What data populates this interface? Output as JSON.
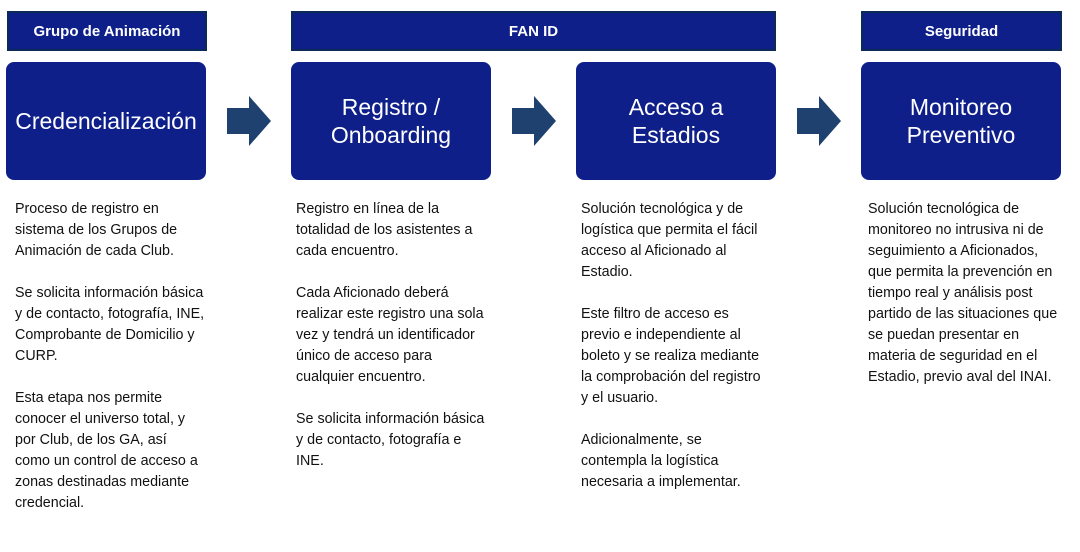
{
  "headers": {
    "group": "Grupo de Animación",
    "fanid": "FAN ID",
    "security": "Seguridad"
  },
  "stages": [
    {
      "title": "Credencialización",
      "paragraphs": [
        "Proceso de registro en sistema de los Grupos de Animación de cada Club.",
        "Se solicita información básica y de contacto, fotografía, INE, Comprobante de Domicilio y CURP.",
        "Esta etapa nos permite conocer el universo total, y por Club, de los GA, así como un control de acceso a zonas destinadas mediante credencial."
      ]
    },
    {
      "title": "Registro /\nOnboarding",
      "paragraphs": [
        "Registro en línea de la totalidad de los asistentes a cada encuentro.",
        "Cada Aficionado deberá realizar este registro una sola vez y tendrá un identificador único de acceso para cualquier encuentro.",
        "Se solicita información básica y de contacto, fotografía e INE."
      ]
    },
    {
      "title": "Acceso a\nEstadios",
      "paragraphs": [
        "Solución tecnológica y de logística que permita el fácil acceso al Aficionado al Estadio.",
        "Este filtro de acceso es previo e independiente al boleto y se realiza mediante la comprobación del registro y el usuario.",
        "Adicionalmente, se contempla la logística necesaria a implementar."
      ]
    },
    {
      "title": "Monitoreo\nPreventivo",
      "paragraphs": [
        "Solución tecnológica de monitoreo no intrusiva ni de seguimiento a Aficionados, que permita la prevención en tiempo real y análisis post partido de las situaciones que se puedan presentar en materia de seguridad en el Estadio, previo aval del INAI."
      ]
    }
  ],
  "colors": {
    "box": "#0e1f8a",
    "arrow": "#1e4170",
    "header_border": "#0b2a55"
  }
}
